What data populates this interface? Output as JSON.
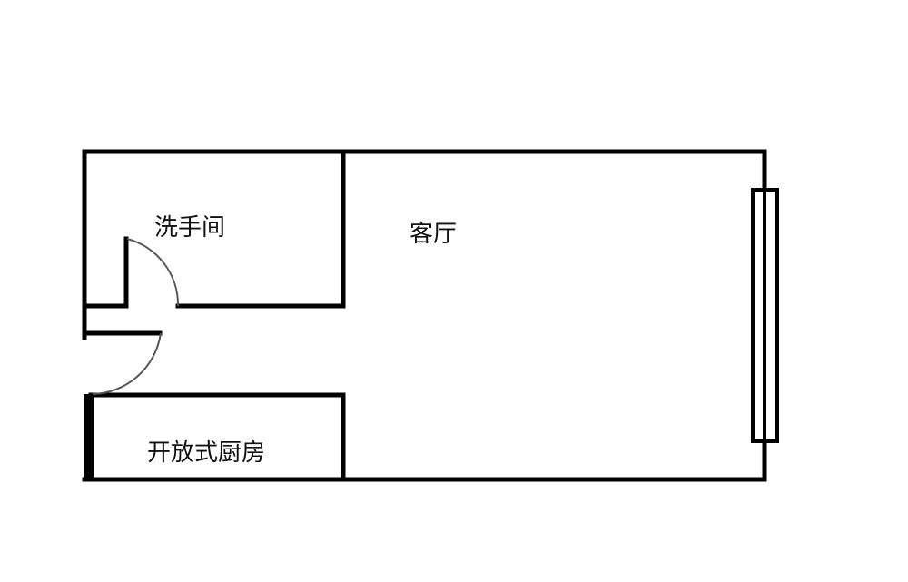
{
  "floorplan": {
    "rooms": {
      "bathroom": "洗手间",
      "living_room": "客厅",
      "kitchen": "开放式厨房"
    },
    "colors": {
      "wall": "#000000",
      "door_arc": "#555555",
      "background": "#ffffff"
    }
  }
}
